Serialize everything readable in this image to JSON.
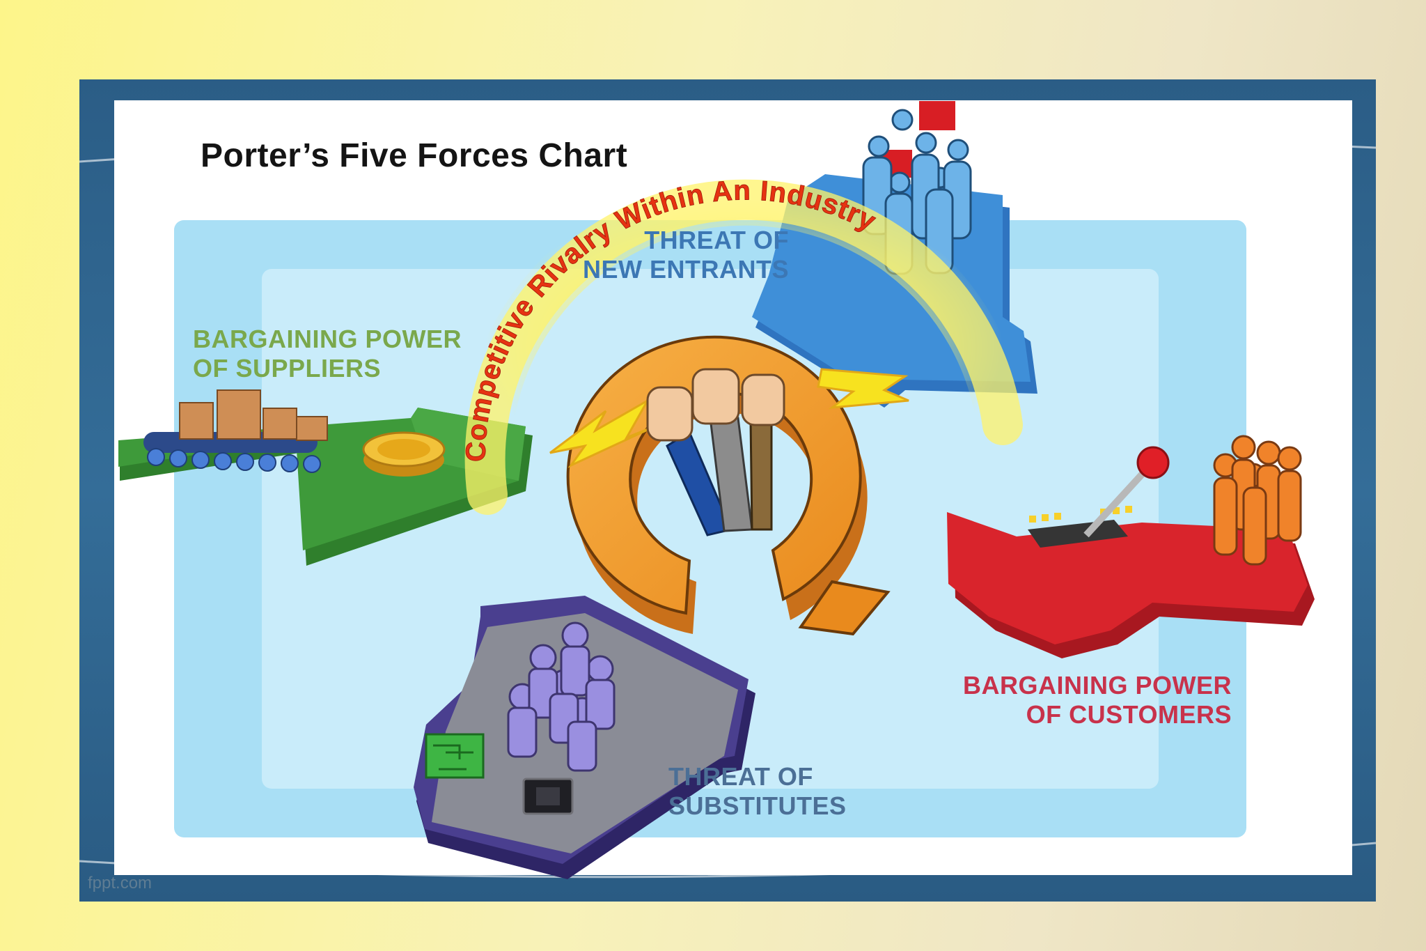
{
  "title": "Porter’s Five Forces Chart",
  "center_label": "Competitive Rivalry Within An Industry",
  "forces": {
    "new_entrants": [
      "THREAT OF",
      "NEW ENTRANTS"
    ],
    "suppliers": [
      "BARGAINING POWER",
      "OF SUPPLIERS"
    ],
    "customers": [
      "BARGAINING POWER",
      "OF CUSTOMERS"
    ],
    "substitutes": [
      "THREAT OF",
      "SUBSTITUTES"
    ]
  },
  "footer": "fppt.com",
  "colors": {
    "new_entrants": "#3c77b4",
    "suppliers": "#7aa84c",
    "customers": "#c8324b",
    "substitutes": "#4b6f96",
    "rivalry_ring": "#f29a2e",
    "arrow_blue": "#3f8fd8",
    "arrow_green": "#3e9a3a",
    "arrow_red": "#d9242c",
    "arrow_purple": "#4a3f8f"
  },
  "icons": [
    "boxes-conveyor-icon",
    "coin-icon",
    "crowd-with-flags-icon",
    "raised-fists-icon",
    "lever-icon",
    "people-group-icon",
    "robots-group-icon",
    "microchip-icon",
    "circuit-board-icon",
    "lightning-icon"
  ]
}
